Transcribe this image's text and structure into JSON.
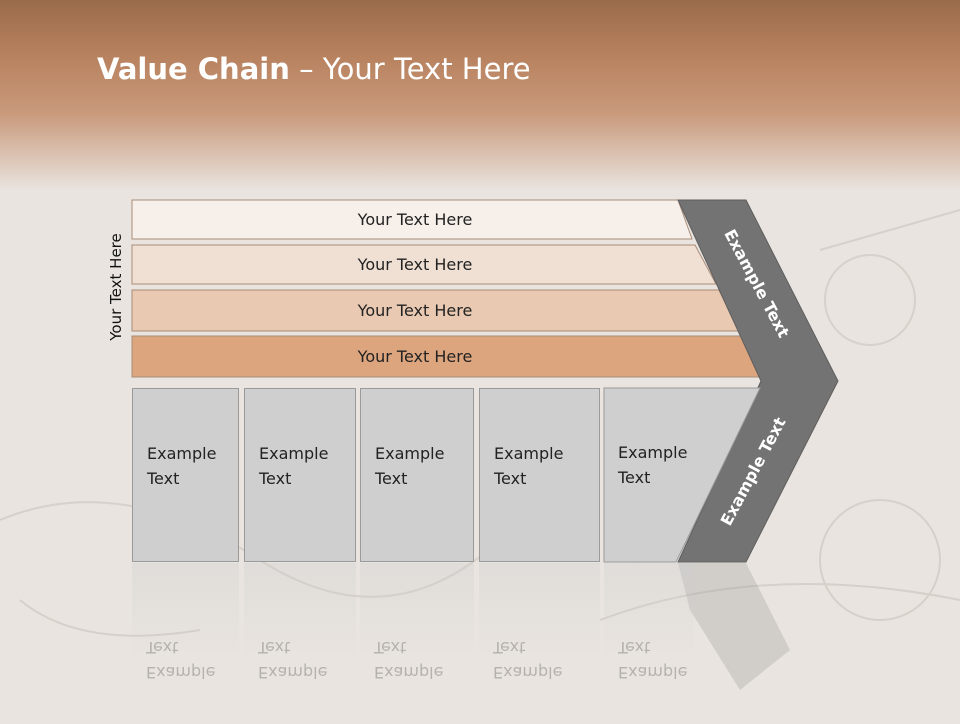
{
  "title": {
    "bold": "Value Chain",
    "rest": " – Your Text Here"
  },
  "side_label": "Your Text Here",
  "bands": [
    {
      "label": "Your Text Here",
      "color": "#f6efea"
    },
    {
      "label": "Your Text Here",
      "color": "#f0dfd3"
    },
    {
      "label": "Your Text Here",
      "color": "#e9c9b1"
    },
    {
      "label": "Your Text Here",
      "color": "#dca57e"
    }
  ],
  "columns": [
    {
      "line1": "Example",
      "line2": "Text"
    },
    {
      "line1": "Example",
      "line2": "Text"
    },
    {
      "line1": "Example",
      "line2": "Text"
    },
    {
      "line1": "Example",
      "line2": "Text"
    },
    {
      "line1": "Example",
      "line2": "Text"
    }
  ],
  "chevron": {
    "upper_label": "Example Text",
    "lower_label": "Example Text",
    "color": "#737373"
  }
}
